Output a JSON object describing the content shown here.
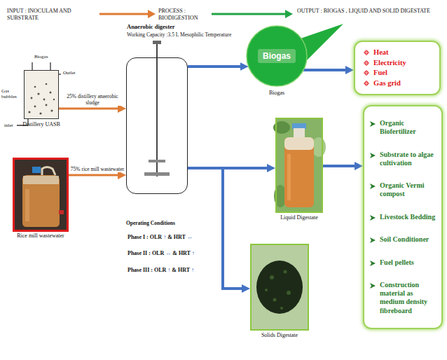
{
  "diagram": {
    "nodes": [
      {
        "text": [
          "Distillery UASB"
        ]
      },
      {
        "text": [
          "Rice mill wastewater"
        ]
      },
      {
        "text": [
          "Anaerobic digester",
          "Working Capacity :3.5 L Mesophilic Temperature"
        ]
      },
      {
        "text": [
          "Biogas",
          "Biogas"
        ]
      },
      {
        "text": [
          "Heat",
          "Electricity",
          "Fuel",
          "Gas grid"
        ]
      },
      {
        "text": [
          "Liquid Digestate"
        ]
      },
      {
        "text": [
          "Solids Digestate"
        ]
      },
      {
        "text": [
          "Organic Biofertilizer",
          "Substrate to algae cultivation",
          "Organic Vermi compost",
          "Livestock Bedding",
          "Soil Conditioner",
          "Fuel pellets",
          "Construction material as medium density fibreboard"
        ]
      }
    ],
    "edges": [
      {
        "from": 0,
        "to": 2,
        "arrow": "to",
        "label": "25% distillery anaerobic sludge"
      },
      {
        "from": 1,
        "to": 2,
        "arrow": "to",
        "label": "75% rice mill wastewater"
      },
      {
        "from": 2,
        "to": 3,
        "arrow": "to"
      },
      {
        "from": 3,
        "to": 4,
        "arrow": "to"
      },
      {
        "from": 2,
        "to": 5,
        "arrow": "to"
      },
      {
        "from": 2,
        "to": 6,
        "arrow": "to"
      },
      {
        "from": 5,
        "to": 7,
        "arrow": "to"
      }
    ],
    "labels": [
      "INPUT : INOCULAM AND SUBSTRATE",
      "PROCESS : BIODIGESTION",
      "OUTPUT : BIOGAS , LIQUID AND SOLID DIGESTATE",
      "Biogas",
      "Outlet",
      "Gas bubbles",
      "inlet",
      "Operating Conditions",
      "Phase I : OLR ↑ & HRT ↔",
      "Phase II : OLR ↔ & HRT ↑",
      "Phase III : OLR ↑ & HRT ↑"
    ]
  }
}
